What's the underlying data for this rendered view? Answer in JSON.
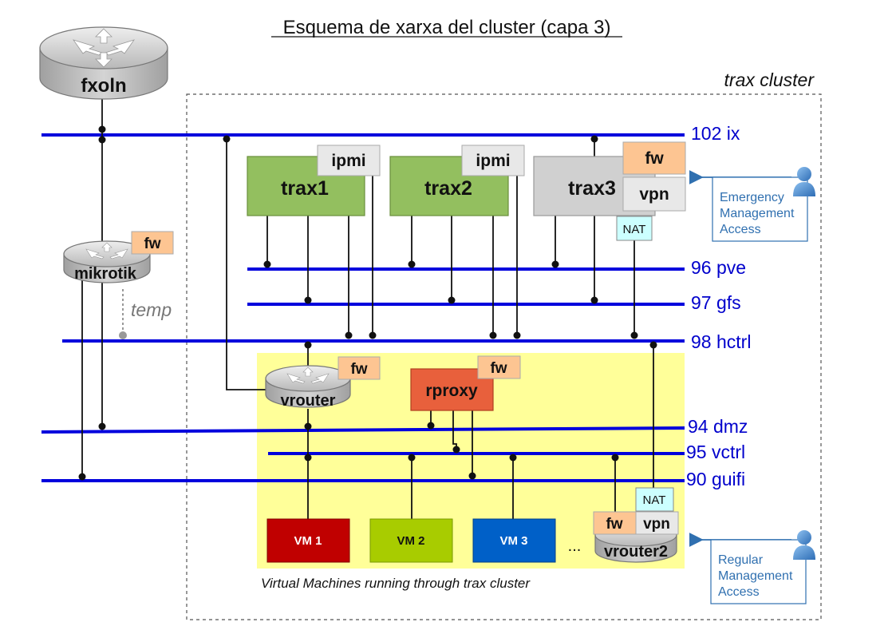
{
  "title": "Esquema de xarxa del cluster (capa 3)",
  "cluster_label": "trax cluster",
  "vm_caption": "Virtual Machines running through trax cluster",
  "networks": {
    "ix": "102 ix",
    "pve": "96 pve",
    "gfs": "97 gfs",
    "hctrl": "98 hctrl",
    "dmz": "94 dmz",
    "vctrl": "95 vctrl",
    "guifi": "90 guifi"
  },
  "routers": {
    "fxoln": "fxoln",
    "mikrotik": "mikrotik",
    "vrouter": "vrouter",
    "vrouter2": "vrouter2"
  },
  "temp_label": "temp",
  "hosts": {
    "trax1": "trax1",
    "trax2": "trax2",
    "trax3": "trax3",
    "rproxy": "rproxy"
  },
  "tags": {
    "ipmi": "ipmi",
    "fw": "fw",
    "vpn": "vpn",
    "nat": "NAT"
  },
  "vms": [
    "VM 1",
    "VM 2",
    "VM 3"
  ],
  "vm_ellipsis": "...",
  "access": {
    "emergency": [
      "Emergency",
      "Management",
      "Access"
    ],
    "regular": [
      "Regular",
      "Management",
      "Access"
    ]
  },
  "colors": {
    "network_line": "#0000dd",
    "label_blue": "#0000cc",
    "trax_green": "#93bf5f",
    "trax3_gray": "#d0d0d0",
    "ipmi_gray": "#e8e8e8",
    "fw_orange": "#fdc592",
    "nat_cyan": "#ccffff",
    "rproxy_red": "#e8603c",
    "vm_zone_yellow": "#ffff99",
    "vm1": "#c00000",
    "vm2": "#a8cc00",
    "vm3": "#0060c8",
    "access_blue": "#3070b0"
  }
}
